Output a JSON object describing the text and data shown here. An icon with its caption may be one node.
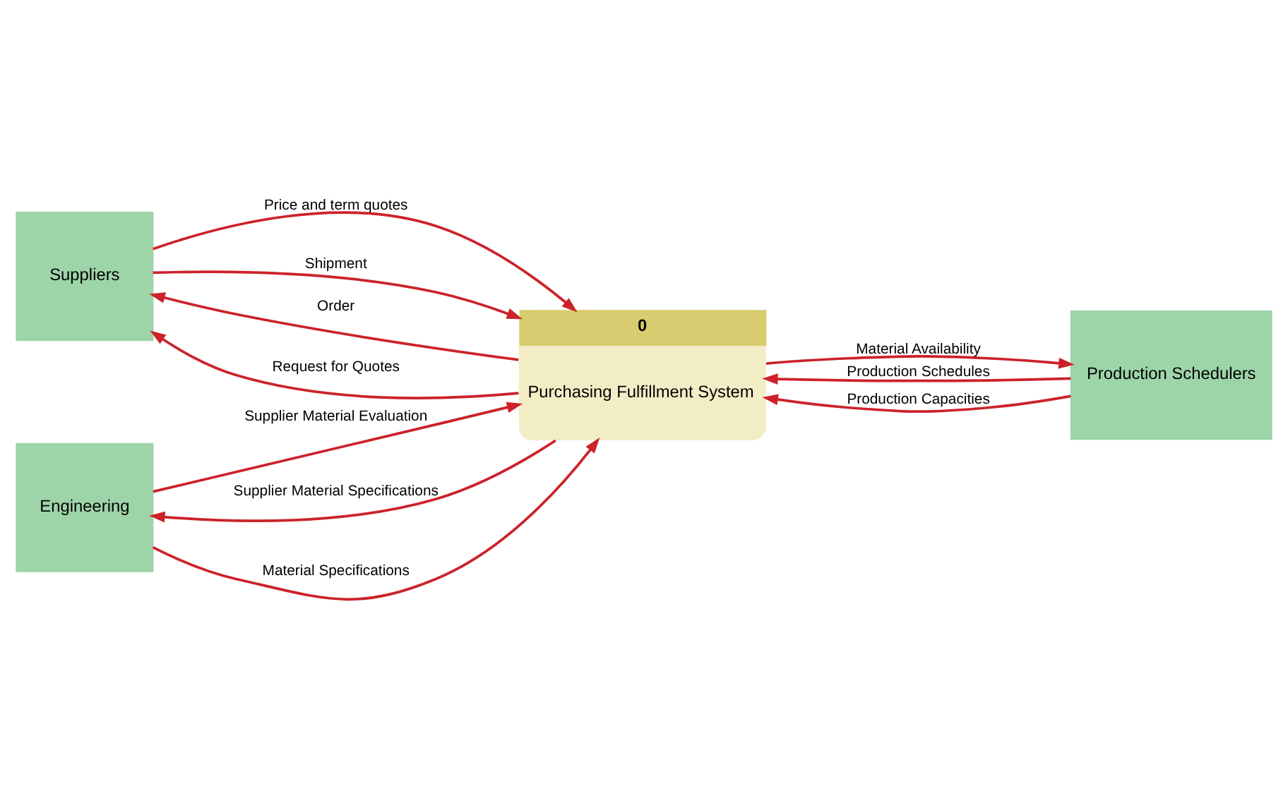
{
  "diagram": {
    "nodes": [
      {
        "text": [
          "Suppliers"
        ]
      },
      {
        "text": [
          "0",
          "Purchasing Fulfillment System"
        ]
      },
      {
        "text": [
          "Production Schedulers"
        ]
      },
      {
        "text": [
          "Engineering"
        ]
      }
    ],
    "edges": [
      {
        "from": 0,
        "to": 1,
        "arrow": "to",
        "label": "Price and term quotes"
      },
      {
        "from": 0,
        "to": 1,
        "arrow": "to",
        "label": "Shipment"
      },
      {
        "from": 1,
        "to": 0,
        "arrow": "to",
        "label": "Order"
      },
      {
        "from": 1,
        "to": 0,
        "arrow": "to",
        "label": "Request for Quotes"
      },
      {
        "from": 2,
        "to": 1,
        "arrow": "to",
        "label": "Production Schedules"
      },
      {
        "from": 2,
        "to": 1,
        "arrow": "to",
        "label": "Production Capacities"
      },
      {
        "from": 1,
        "to": 2,
        "arrow": "to",
        "label": "Material Availability"
      },
      {
        "from": 3,
        "to": 1,
        "arrow": "to",
        "label": "Supplier Material Evaluation"
      },
      {
        "from": 3,
        "to": 1,
        "arrow": "to",
        "label": "Material Specifications"
      },
      {
        "from": 1,
        "to": 3,
        "arrow": "to",
        "label": "Supplier Material Specifications"
      }
    ]
  }
}
